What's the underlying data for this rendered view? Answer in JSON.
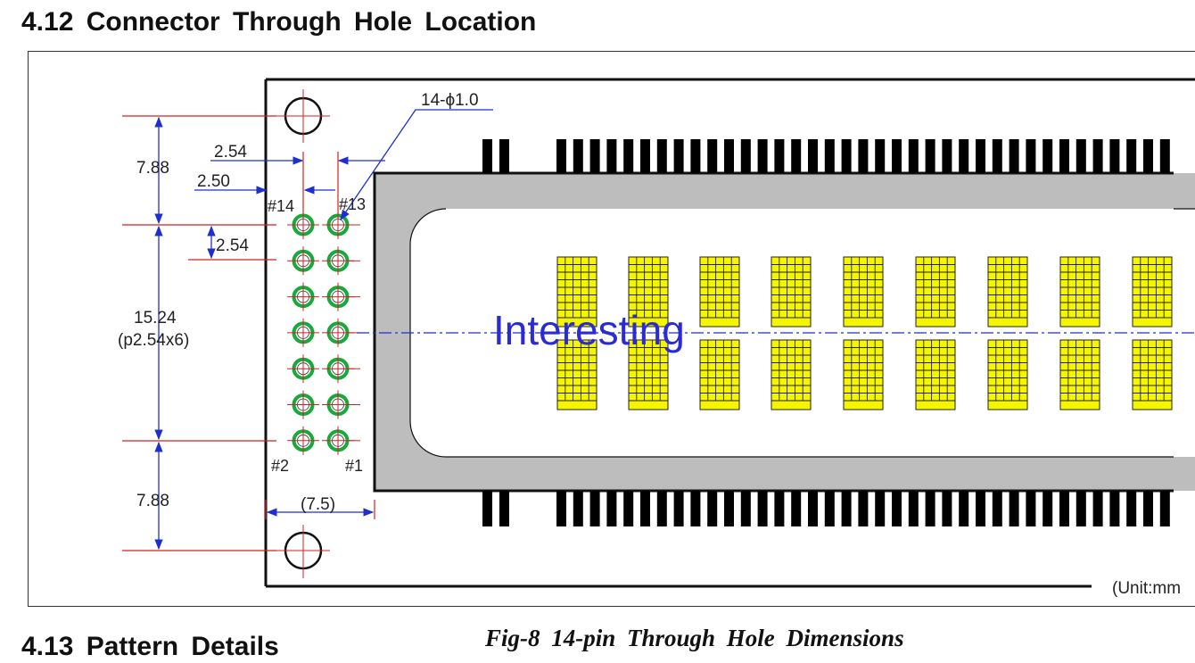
{
  "headings": {
    "section_412": "4.12 Connector Through Hole Location",
    "section_413": "4.13 Pattern Details"
  },
  "caption": "Fig-8 14-pin Through Hole Dimensions",
  "diagram": {
    "hole_spec": "14-ϕ1.0",
    "dims": {
      "pitch_h": "2.54",
      "offset_h": "2.50",
      "pitch_v": "2.54",
      "top_margin": "7.88",
      "pin_span": "15.24",
      "pin_span_note": "(p2.54x6)",
      "bottom_margin": "7.88",
      "edge_width": "(7.5)"
    },
    "pin_labels": {
      "pin14": "#14",
      "pin13": "#13",
      "pin2": "#2",
      "pin1": "#1"
    },
    "unit_note": "(Unit:mm",
    "overlay_text": "Interesting",
    "colors": {
      "dimension_line": "#d42020",
      "arrow": "#1e2fd0",
      "pad_ring": "#19a83a",
      "segment": "#f5f500",
      "bezel": "#bdbdbd",
      "overlay": "#2b2bd6"
    }
  }
}
